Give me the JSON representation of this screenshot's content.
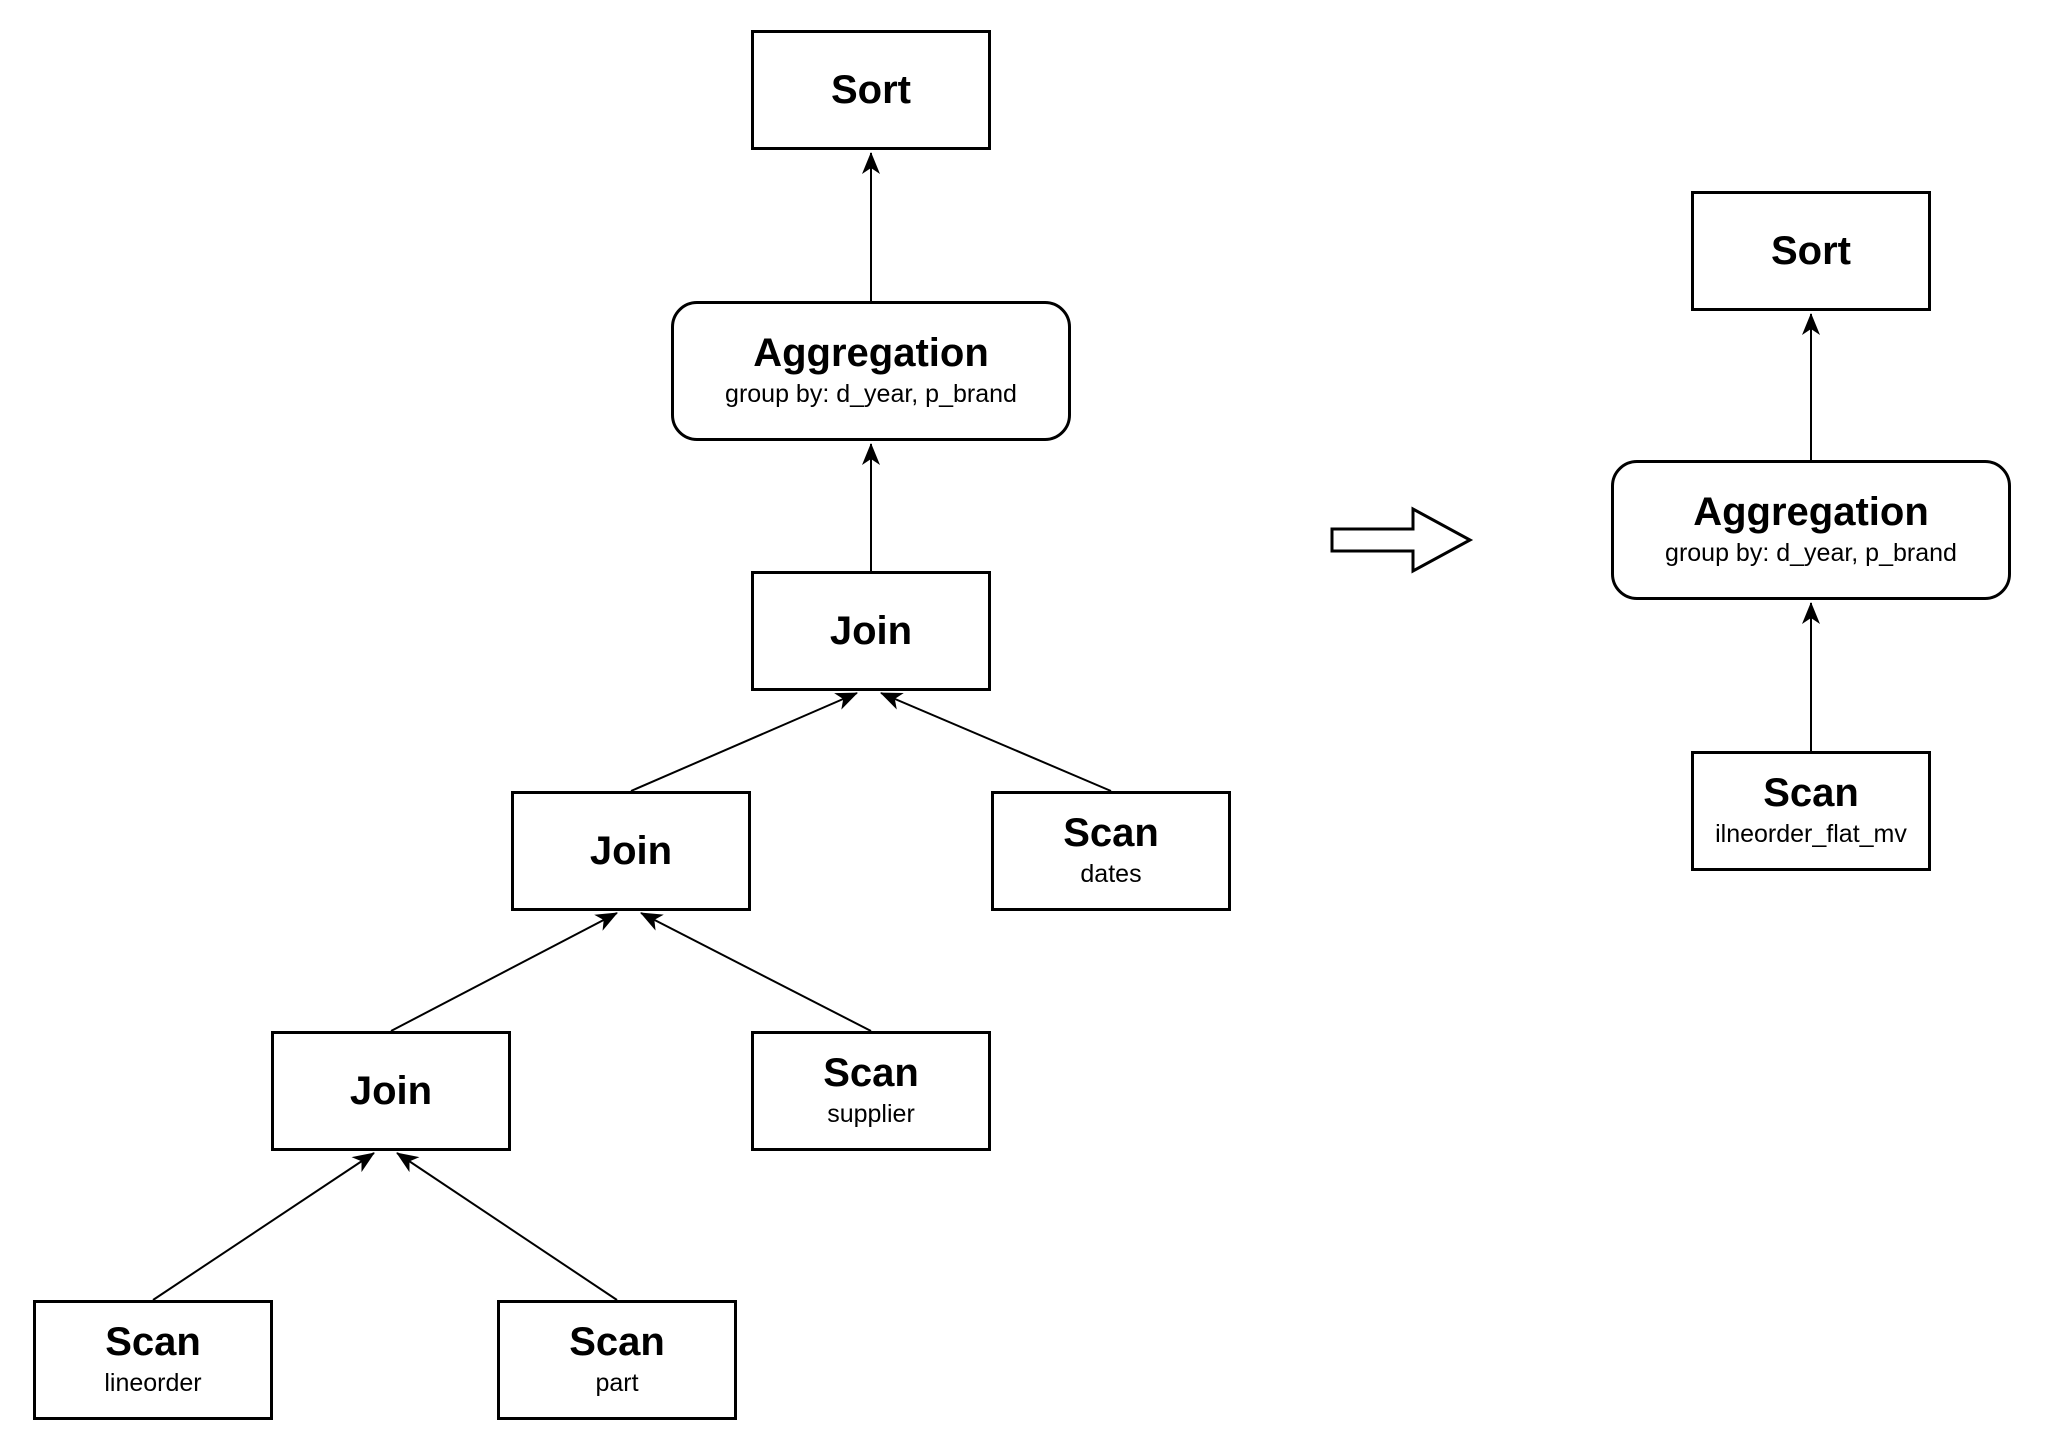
{
  "page": {
    "background_color": "#ffffff",
    "stroke_color": "#000000",
    "node_fill_color": "#ffffff",
    "text_color": "#000000"
  },
  "left_plan": {
    "description": "original-query-plan-tree",
    "nodes": {
      "sort": {
        "label": "Sort"
      },
      "aggregation": {
        "label": "Aggregation",
        "detail": "group by: d_year, p_brand"
      },
      "join_top": {
        "label": "Join"
      },
      "join_mid": {
        "label": "Join"
      },
      "scan_dates": {
        "label": "Scan",
        "detail": "dates"
      },
      "join_bottom": {
        "label": "Join"
      },
      "scan_supplier": {
        "label": "Scan",
        "detail": "supplier"
      },
      "scan_lineorder": {
        "label": "Scan",
        "detail": "lineorder"
      },
      "scan_part": {
        "label": "Scan",
        "detail": "part"
      }
    },
    "edges": [
      {
        "from": "aggregation",
        "to": "sort"
      },
      {
        "from": "join_top",
        "to": "aggregation"
      },
      {
        "from": "join_mid",
        "to": "join_top"
      },
      {
        "from": "scan_dates",
        "to": "join_top"
      },
      {
        "from": "join_bottom",
        "to": "join_mid"
      },
      {
        "from": "scan_supplier",
        "to": "join_mid"
      },
      {
        "from": "scan_lineorder",
        "to": "join_bottom"
      },
      {
        "from": "scan_part",
        "to": "join_bottom"
      }
    ]
  },
  "right_plan": {
    "description": "rewritten-query-plan-tree",
    "nodes": {
      "sort": {
        "label": "Sort"
      },
      "aggregation": {
        "label": "Aggregation",
        "detail": "group by: d_year, p_brand"
      },
      "scan_mv": {
        "label": "Scan",
        "detail": "ilneorder_flat_mv"
      }
    },
    "edges": [
      {
        "from": "aggregation",
        "to": "sort"
      },
      {
        "from": "scan_mv",
        "to": "aggregation"
      }
    ]
  },
  "transform": {
    "icon": "block-arrow-right"
  }
}
